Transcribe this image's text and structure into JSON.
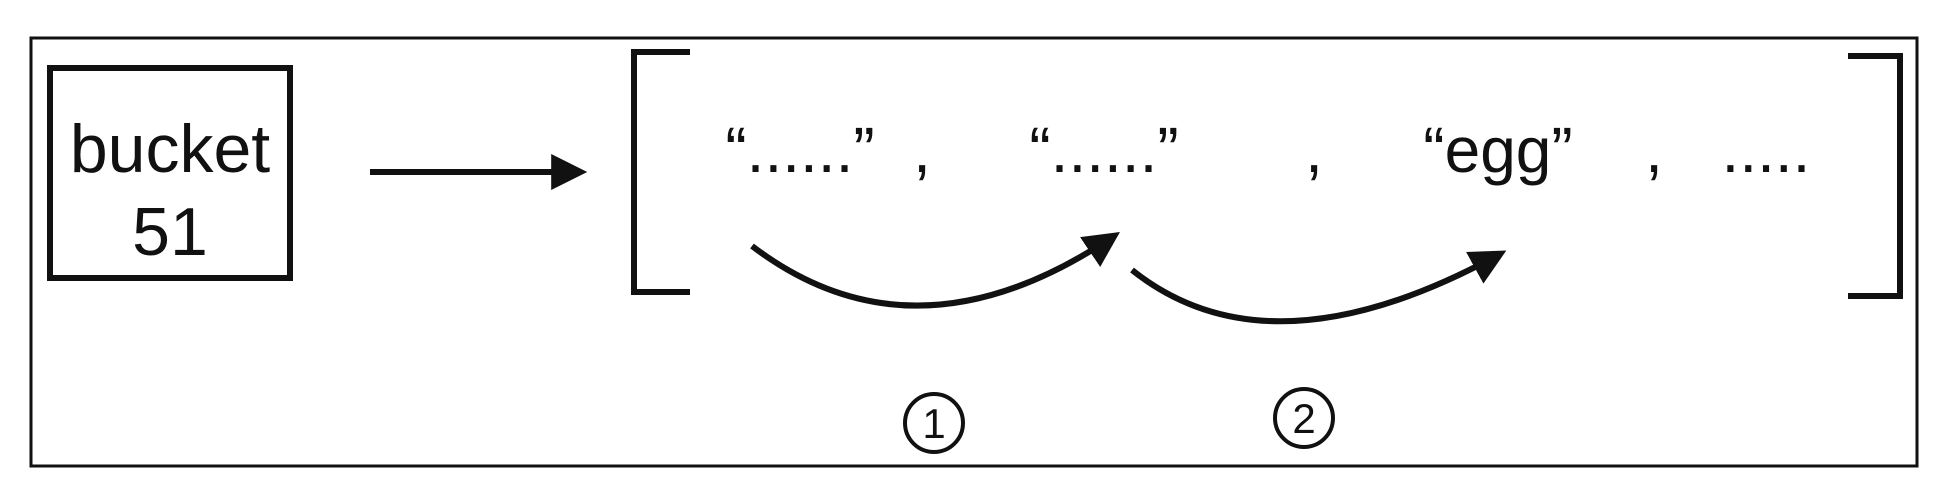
{
  "bucket": {
    "line1": "bucket",
    "line2": "51"
  },
  "list": {
    "items": [
      "“......”",
      ",",
      "“......”",
      ",",
      "“egg”",
      ",",
      "....."
    ]
  },
  "steps": [
    "1",
    "2"
  ],
  "colors": {
    "ink": "#111111",
    "background": "#ffffff"
  }
}
